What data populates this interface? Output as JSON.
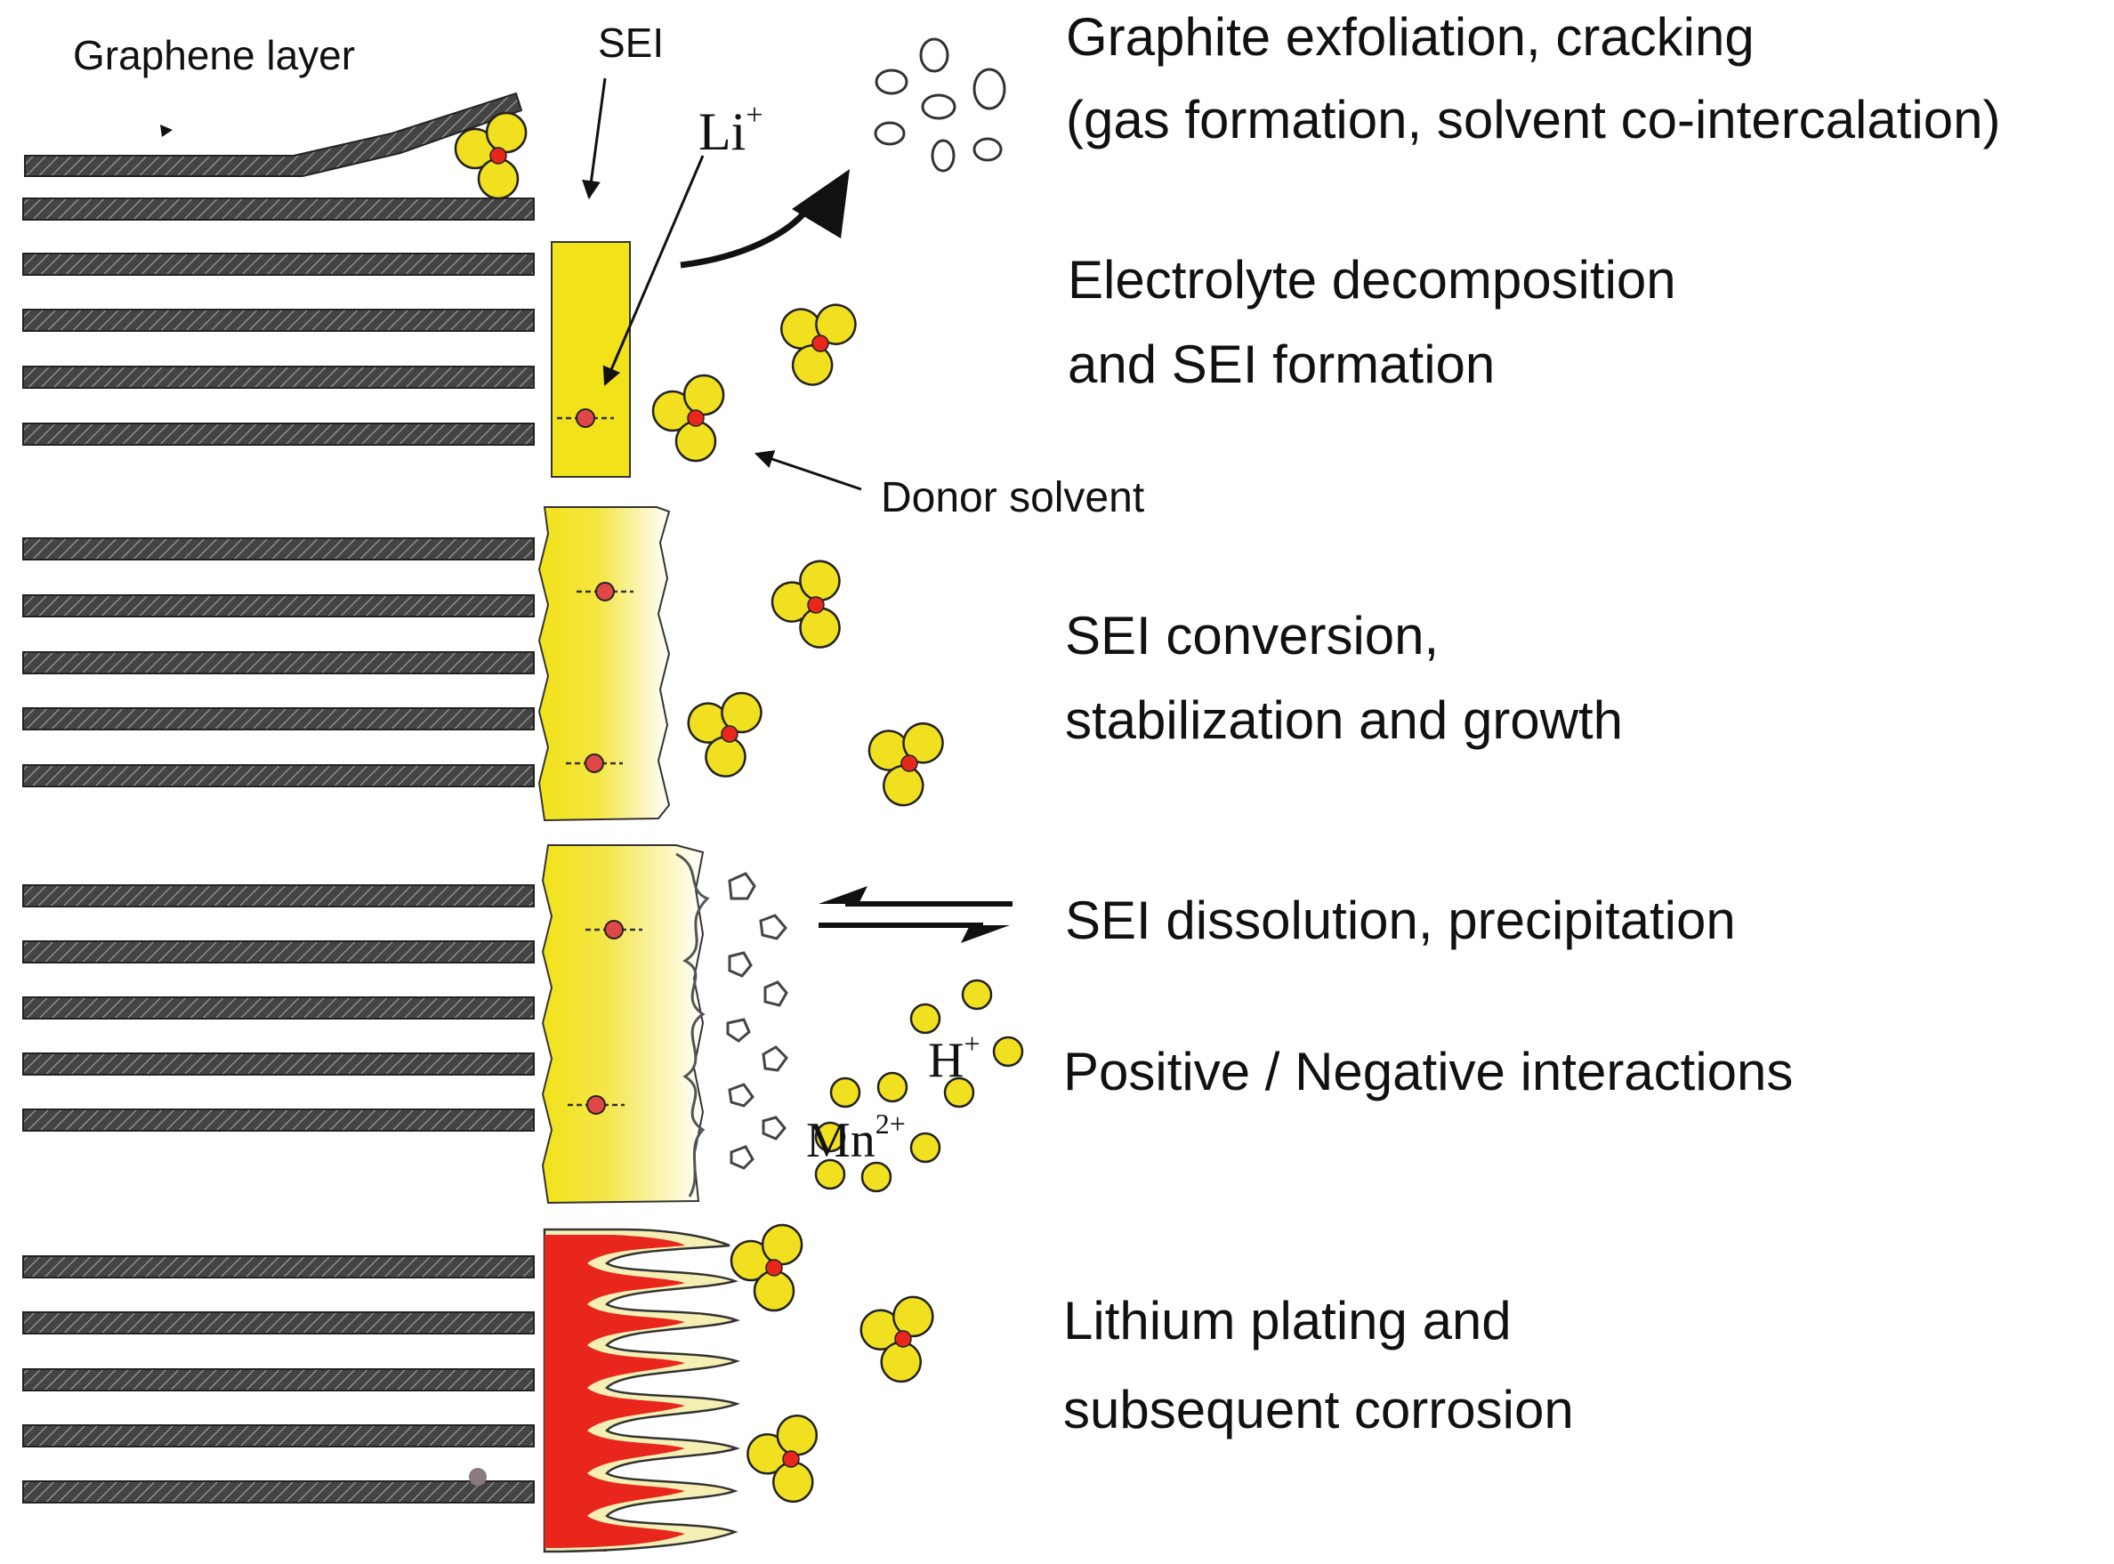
{
  "labels": {
    "graphene_layer": "Graphene layer",
    "sei": "SEI",
    "li": "Li",
    "li_charge": "+",
    "donor_solvent": "Donor solvent",
    "h": "H",
    "h_charge": "+",
    "mn": "Mn",
    "mn_charge": "2+"
  },
  "descriptions": [
    {
      "line1": "Graphite exfoliation, cracking",
      "line2": "(gas formation, solvent co-intercalation)"
    },
    {
      "line1": "Electrolyte decomposition",
      "line2": "and SEI formation"
    },
    {
      "line1": "SEI conversion,",
      "line2": "stabilization and growth"
    },
    {
      "line1": "SEI dissolution, precipitation",
      "line2": ""
    },
    {
      "line1": "Positive / Negative interactions",
      "line2": ""
    },
    {
      "line1": "Lithium plating and",
      "line2": "subsequent corrosion"
    }
  ],
  "colors": {
    "graphite": "#3a3a3a",
    "sei_yellow": "#f2e21a",
    "solvent_yellow": "#f0e020",
    "lithium_red": "#e8261c",
    "li_ion": "#e04848"
  }
}
